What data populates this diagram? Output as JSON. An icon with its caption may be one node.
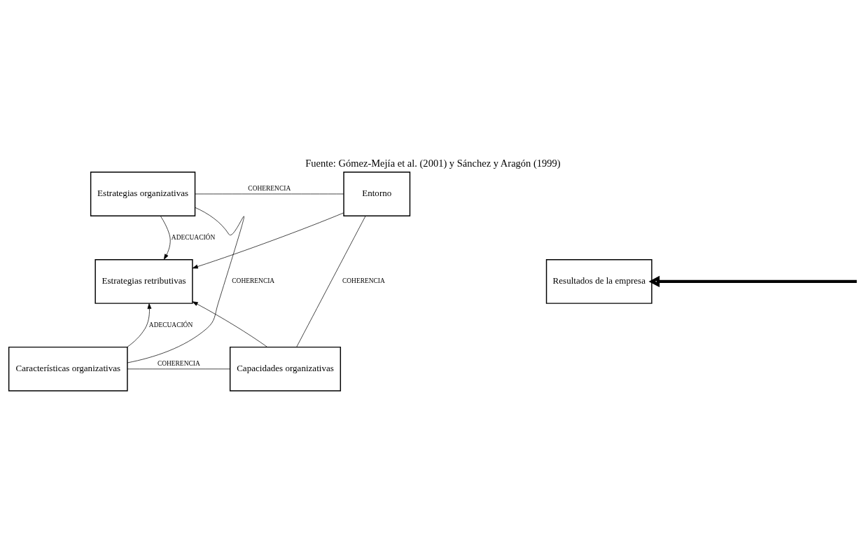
{
  "diagram": {
    "title": "Fuente: Gómez-Mejía et al. (2001) y Sánchez y Aragón (1999)",
    "nodes": [
      {
        "text": [
          "Estrategias organizativas"
        ]
      },
      {
        "text": [
          "Entorno"
        ]
      },
      {
        "text": [
          "Estrategias retributivas"
        ]
      },
      {
        "text": [
          "Características organizativas"
        ]
      },
      {
        "text": [
          "Capacidades organizativas"
        ]
      },
      {
        "text": [
          "Resultados de la empresa"
        ]
      }
    ],
    "edges": [
      {
        "from": 0,
        "to": 2,
        "arrow": "to",
        "label": "ADECUACIÓN"
      },
      {
        "from": 1,
        "to": 2,
        "arrow": "to"
      },
      {
        "from": 3,
        "to": 2,
        "arrow": "to",
        "label": "ADECUACIÓN"
      },
      {
        "from": 4,
        "to": 2,
        "arrow": "to"
      },
      {
        "from": 0,
        "to": 1,
        "arrow": "none",
        "label": "COHERENCIA"
      },
      {
        "from": 0,
        "to": 3,
        "arrow": "none",
        "label": "COHERENCIA"
      },
      {
        "from": 1,
        "to": 4,
        "arrow": "none",
        "label": "COHERENCIA"
      },
      {
        "from": 3,
        "to": 4,
        "arrow": "none",
        "label": "COHERENCIA"
      },
      {
        "from": null,
        "to": 5,
        "arrow": "to",
        "style": "thick"
      }
    ]
  }
}
